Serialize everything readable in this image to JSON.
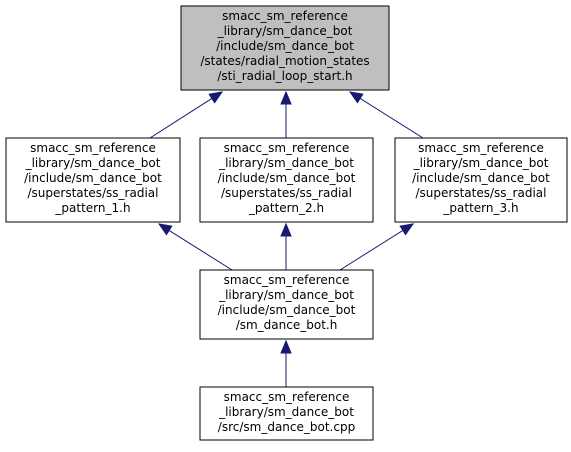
{
  "graph": {
    "nodes": [
      {
        "id": "sti_radial_loop_start",
        "highlight": true,
        "lines": [
          "smacc_sm_reference",
          "_library/sm_dance_bot",
          "/include/sm_dance_bot",
          "/states/radial_motion_states",
          "/sti_radial_loop_start.h"
        ]
      },
      {
        "id": "ss_radial_pattern_1",
        "highlight": false,
        "lines": [
          "smacc_sm_reference",
          "_library/sm_dance_bot",
          "/include/sm_dance_bot",
          "/superstates/ss_radial",
          "_pattern_1.h"
        ]
      },
      {
        "id": "ss_radial_pattern_2",
        "highlight": false,
        "lines": [
          "smacc_sm_reference",
          "_library/sm_dance_bot",
          "/include/sm_dance_bot",
          "/superstates/ss_radial",
          "_pattern_2.h"
        ]
      },
      {
        "id": "ss_radial_pattern_3",
        "highlight": false,
        "lines": [
          "smacc_sm_reference",
          "_library/sm_dance_bot",
          "/include/sm_dance_bot",
          "/superstates/ss_radial",
          "_pattern_3.h"
        ]
      },
      {
        "id": "sm_dance_bot_h",
        "highlight": false,
        "lines": [
          "smacc_sm_reference",
          "_library/sm_dance_bot",
          "/include/sm_dance_bot",
          "/sm_dance_bot.h"
        ]
      },
      {
        "id": "sm_dance_bot_cpp",
        "highlight": false,
        "lines": [
          "smacc_sm_reference",
          "_library/sm_dance_bot",
          "/src/sm_dance_bot.cpp"
        ]
      }
    ],
    "edges": [
      {
        "from": "ss_radial_pattern_1",
        "to": "sti_radial_loop_start"
      },
      {
        "from": "ss_radial_pattern_2",
        "to": "sti_radial_loop_start"
      },
      {
        "from": "ss_radial_pattern_3",
        "to": "sti_radial_loop_start"
      },
      {
        "from": "sm_dance_bot_h",
        "to": "ss_radial_pattern_1"
      },
      {
        "from": "sm_dance_bot_h",
        "to": "ss_radial_pattern_2"
      },
      {
        "from": "sm_dance_bot_h",
        "to": "ss_radial_pattern_3"
      },
      {
        "from": "sm_dance_bot_cpp",
        "to": "sm_dance_bot_h"
      }
    ],
    "colors": {
      "edge": "#191970",
      "highlight_fill": "#bfbfbf",
      "node_fill": "#ffffff",
      "border": "#000000"
    }
  }
}
